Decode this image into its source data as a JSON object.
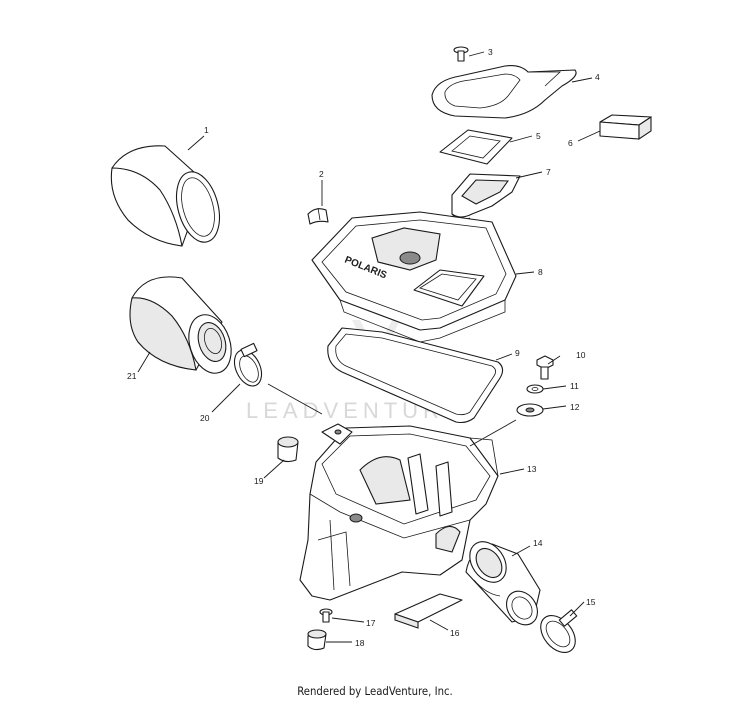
{
  "watermark": "LEADVENTURE",
  "brand_mark": "POLARIS",
  "footer": "Rendered by LeadVenture, Inc.",
  "callouts": [
    "1",
    "2",
    "3",
    "4",
    "5",
    "6",
    "7",
    "8",
    "9",
    "10",
    "11",
    "12",
    "13",
    "14",
    "15",
    "16",
    "17",
    "18",
    "19",
    "20",
    "21"
  ]
}
